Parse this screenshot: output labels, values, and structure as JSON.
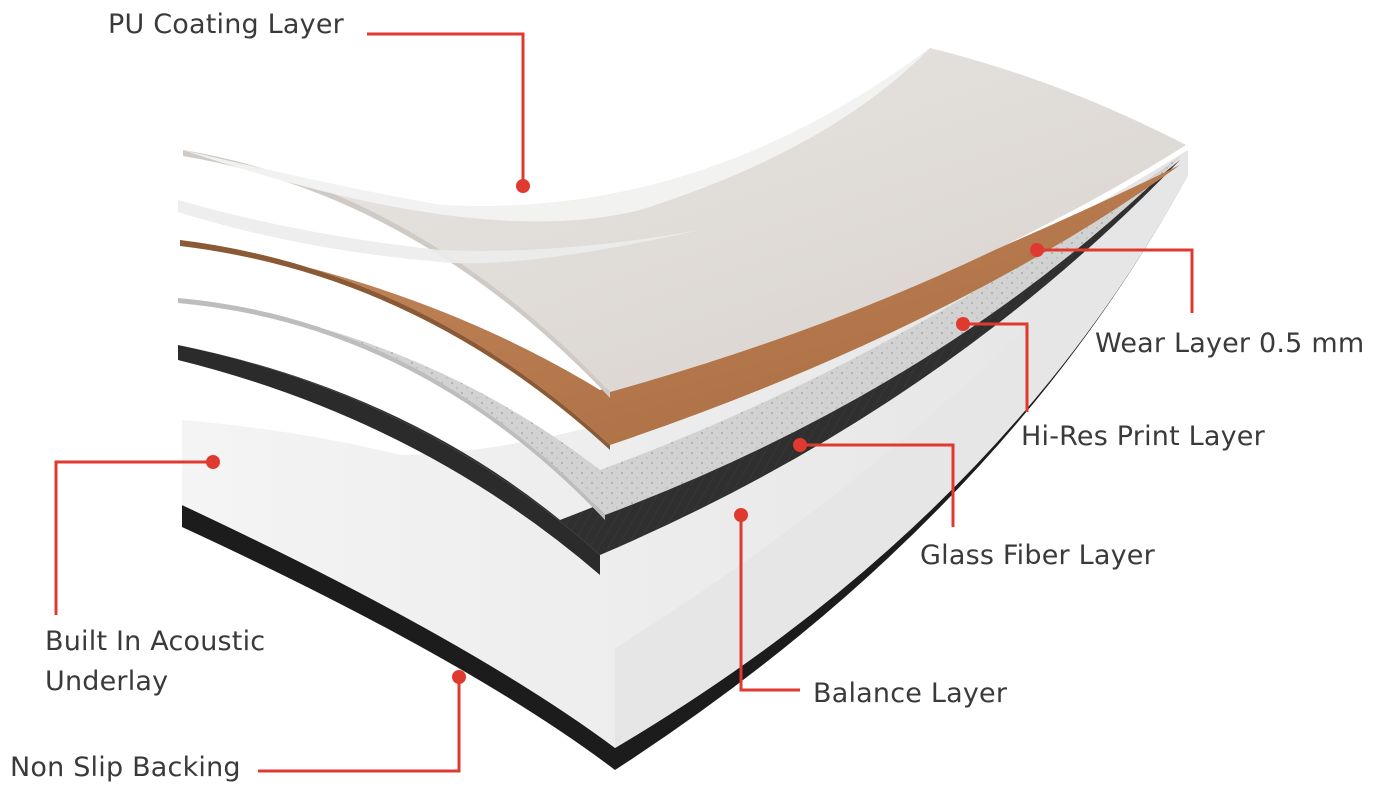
{
  "colors": {
    "leader": "#e03a30",
    "label_text": "#3a3a3a",
    "pu_coating": "#f1f1f1",
    "wear_layer": "#e0dcd8",
    "print_layer": "#b87e56",
    "glass_fiber": "#cfcfcf",
    "balance_layer": "#2f2f2f",
    "acoustic_underlay": "#ededed",
    "non_slip_backing": "#1c1c1c"
  },
  "labels": {
    "pu_coating": "PU Coating Layer",
    "wear_layer": "Wear Layer 0.5 mm",
    "print_layer": "Hi-Res Print Layer",
    "glass_fiber": "Glass Fiber Layer",
    "balance_layer": "Balance Layer",
    "acoustic_line1": "Built In Acoustic",
    "acoustic_line2": "Underlay",
    "non_slip_backing": "Non Slip Backing"
  }
}
